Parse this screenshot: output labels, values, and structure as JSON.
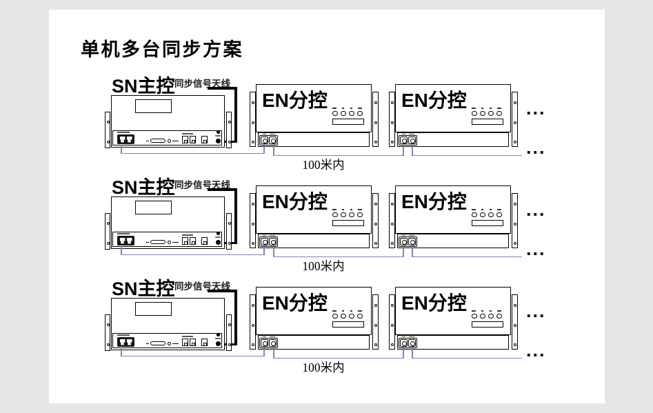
{
  "title": "单机多台同步方案",
  "colors": {
    "background": "#e6e6e6",
    "canvas": "#ffffff",
    "ink": "#000000",
    "wire": "#8080c0"
  },
  "rows": [
    {
      "master": {
        "name": "SN主控",
        "antenna_label": "同步信号天线"
      },
      "slaves": [
        {
          "name": "EN分控"
        },
        {
          "name": "EN分控"
        }
      ],
      "distance": "100米内",
      "more_devices": "...",
      "more_wire": "..."
    },
    {
      "master": {
        "name": "SN主控",
        "antenna_label": "同步信号天线"
      },
      "slaves": [
        {
          "name": "EN分控"
        },
        {
          "name": "EN分控"
        }
      ],
      "distance": "100米内",
      "more_devices": "...",
      "more_wire": "..."
    },
    {
      "master": {
        "name": "SN主控",
        "antenna_label": "同步信号天线"
      },
      "slaves": [
        {
          "name": "EN分控"
        },
        {
          "name": "EN分控"
        }
      ],
      "distance": "100米内",
      "more_devices": "...",
      "more_wire": "..."
    }
  ]
}
